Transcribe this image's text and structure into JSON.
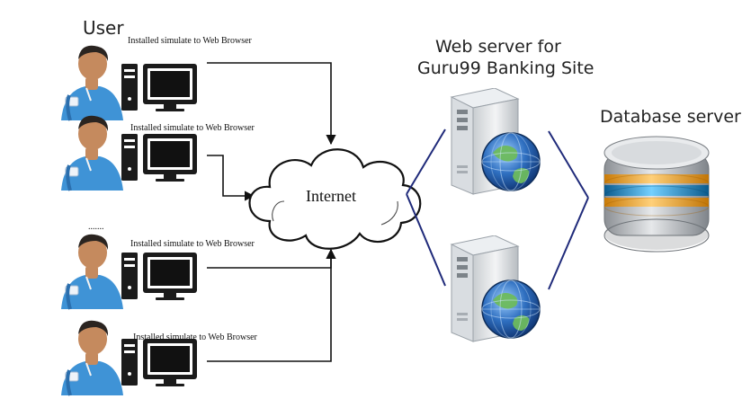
{
  "title_user": "User",
  "title_web_server": [
    "Web server for",
    "Guru99 Banking Site"
  ],
  "title_database": "Database server",
  "internet_label": "Internet",
  "ellipsis": ".......",
  "user_rows": [
    {
      "caption": "Installed simulate to Web Browser"
    },
    {
      "caption": "Installed simulate to Web Browser"
    },
    {
      "caption": "Installed simulate to Web Browser"
    },
    {
      "caption": "Installed simulate to Web Browser"
    }
  ],
  "colors": {
    "shirt": "#3f93d6",
    "skin": "#c58a5e",
    "hair": "#2a2420",
    "link_line": "#1f2a7a",
    "server_body": "#e8eaec",
    "globe_blue": "#2f6fc0",
    "globe_green": "#5aa34a",
    "db_silver": "#b9bcc0",
    "db_orange": "#f2a11d",
    "db_blue": "#1d8fc7"
  }
}
